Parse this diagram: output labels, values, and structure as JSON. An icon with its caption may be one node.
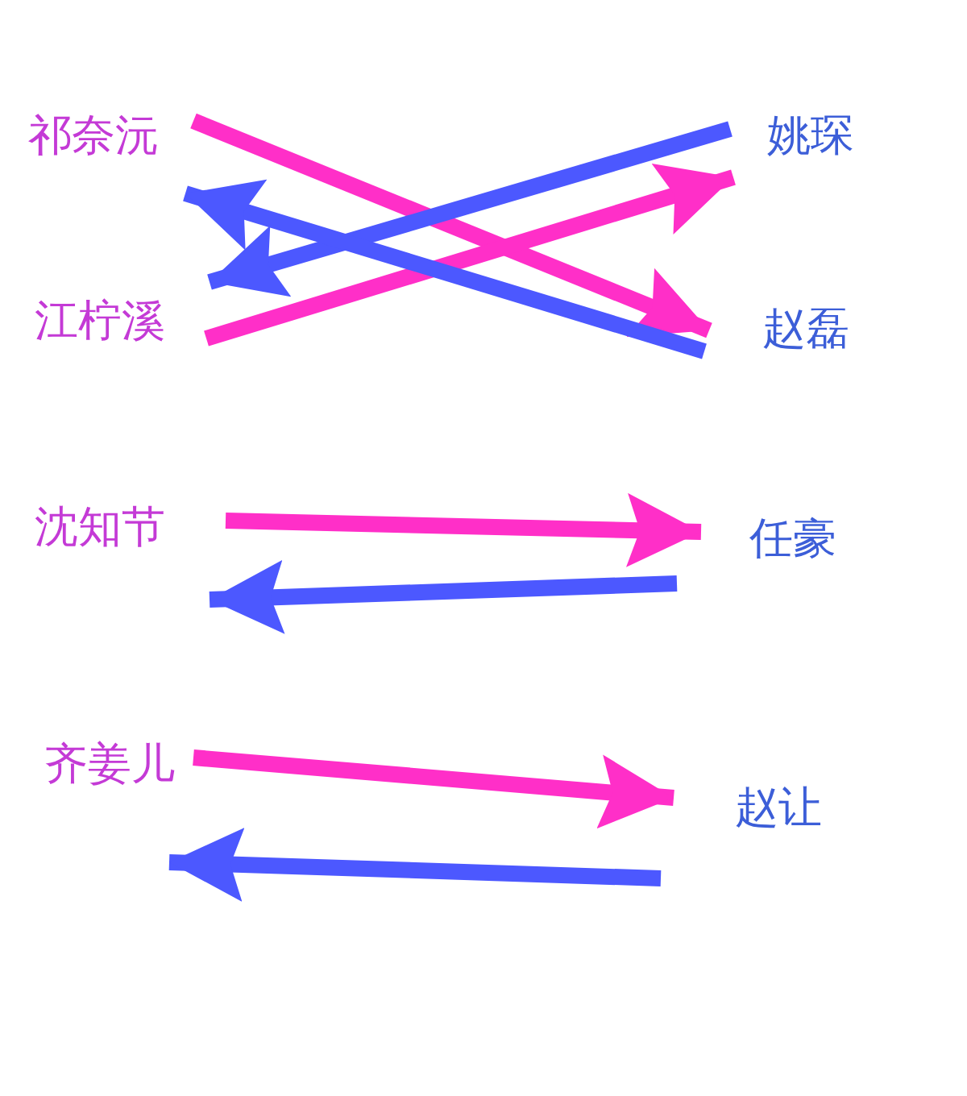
{
  "diagram": {
    "nodes": [
      {
        "text": [
          "祁奈沅"
        ]
      },
      {
        "text": [
          "姚琛"
        ]
      },
      {
        "text": [
          "江柠溪"
        ]
      },
      {
        "text": [
          "赵磊"
        ]
      },
      {
        "text": [
          "沈知节"
        ]
      },
      {
        "text": [
          "任豪"
        ]
      },
      {
        "text": [
          "齐姜儿"
        ]
      },
      {
        "text": [
          "赵让"
        ]
      }
    ],
    "edges": [
      {
        "from": 0,
        "to": 3,
        "arrow": "to",
        "color": "#ff2fc8"
      },
      {
        "from": 2,
        "to": 1,
        "arrow": "to",
        "color": "#ff2fc8"
      },
      {
        "from": 1,
        "to": 2,
        "arrow": "to",
        "color": "#4c58ff"
      },
      {
        "from": 3,
        "to": 0,
        "arrow": "to",
        "color": "#4c58ff"
      },
      {
        "from": 4,
        "to": 5,
        "arrow": "to",
        "color": "#ff2fc8"
      },
      {
        "from": 5,
        "to": 4,
        "arrow": "to",
        "color": "#4c58ff"
      },
      {
        "from": 6,
        "to": 7,
        "arrow": "to",
        "color": "#ff2fc8"
      },
      {
        "from": 7,
        "to": 6,
        "arrow": "to",
        "color": "#4c58ff"
      }
    ]
  }
}
